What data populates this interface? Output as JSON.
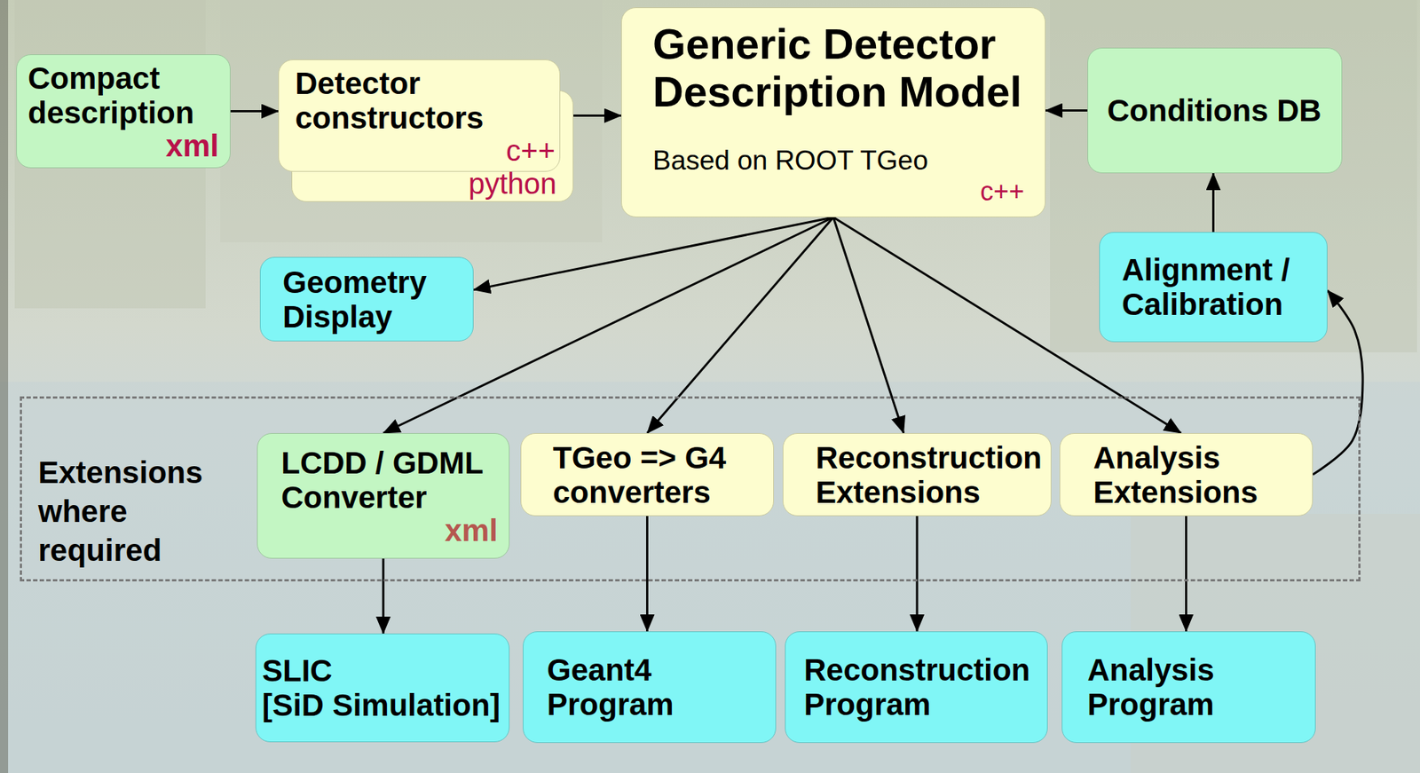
{
  "diagram": {
    "nodes": [
      {
        "text": [
          "Compact description",
          "xml"
        ]
      },
      {
        "text": [
          "Detector constructors",
          "c++"
        ]
      },
      {
        "text": [
          "python"
        ]
      },
      {
        "text": [
          "Generic Detector Description Model",
          "Based on ROOT TGeo",
          "c++"
        ]
      },
      {
        "text": [
          "Conditions DB"
        ]
      },
      {
        "text": [
          "Geometry Display"
        ]
      },
      {
        "text": [
          "Alignment / Calibration"
        ]
      },
      {
        "text": [
          "Extensions where required"
        ]
      },
      {
        "text": [
          "LCDD / GDML Converter",
          "xml"
        ],
        "in": 7
      },
      {
        "text": [
          "TGeo => G4 converters"
        ],
        "in": 7
      },
      {
        "text": [
          "Reconstruction Extensions"
        ],
        "in": 7
      },
      {
        "text": [
          "Analysis Extensions"
        ],
        "in": 7
      },
      {
        "text": [
          "SLIC [SiD Simulation]"
        ]
      },
      {
        "text": [
          "Geant4 Program"
        ]
      },
      {
        "text": [
          "Reconstruction Program"
        ]
      },
      {
        "text": [
          "Analysis Program"
        ]
      }
    ],
    "edges": [
      {
        "from": 0,
        "to": 1,
        "arrow": "to"
      },
      {
        "from": 1,
        "to": 3,
        "arrow": "to"
      },
      {
        "from": 4,
        "to": 3,
        "arrow": "to"
      },
      {
        "from": 3,
        "to": 5,
        "arrow": "to"
      },
      {
        "from": 3,
        "to": 8,
        "arrow": "to"
      },
      {
        "from": 3,
        "to": 9,
        "arrow": "to"
      },
      {
        "from": 3,
        "to": 10,
        "arrow": "to"
      },
      {
        "from": 3,
        "to": 11,
        "arrow": "to"
      },
      {
        "from": 6,
        "to": 4,
        "arrow": "to"
      },
      {
        "from": 11,
        "to": 6,
        "arrow": "to"
      },
      {
        "from": 8,
        "to": 12,
        "arrow": "to"
      },
      {
        "from": 9,
        "to": 13,
        "arrow": "to"
      },
      {
        "from": 10,
        "to": 14,
        "arrow": "to"
      },
      {
        "from": 11,
        "to": 15,
        "arrow": "to"
      }
    ]
  }
}
